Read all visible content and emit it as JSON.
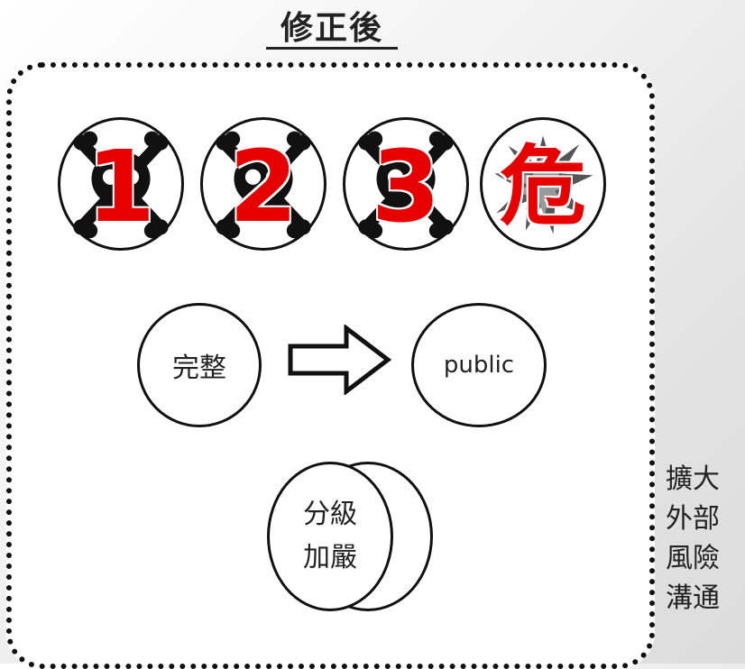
{
  "header": {
    "title": "修正後"
  },
  "badges": [
    {
      "label": "1",
      "icon": "skull-crossbones-icon"
    },
    {
      "label": "2",
      "icon": "skull-crossbones-icon"
    },
    {
      "label": "3",
      "icon": "skull-crossbones-icon"
    },
    {
      "label": "危",
      "icon": "burst-icon"
    }
  ],
  "flow": {
    "from_label": "完整",
    "to_label": "public"
  },
  "tiered": {
    "line1": "分級",
    "line2": "加嚴"
  },
  "side_note": {
    "lines": [
      "擴大",
      "外部",
      "風險",
      "溝通"
    ]
  },
  "colors": {
    "accent_red": "#e60000",
    "line": "#111111"
  }
}
